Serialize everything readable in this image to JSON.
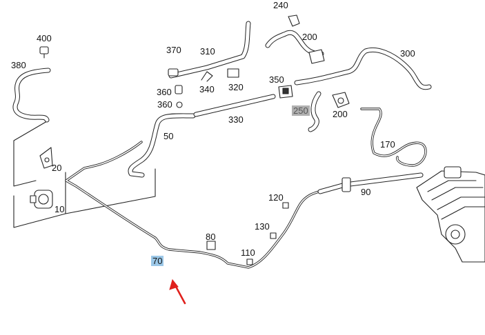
{
  "diagram": {
    "accent_blue": "#9cc8e8",
    "accent_gray": "#b0b0b0",
    "arrow_color": "#e0201c",
    "labels": {
      "p240": "240",
      "p200a": "200",
      "p400": "400",
      "p370": "370",
      "p310": "310",
      "p300": "300",
      "p380": "380",
      "p350": "350",
      "p360a": "360",
      "p340": "340",
      "p320": "320",
      "p360b": "360",
      "p250": "250",
      "p200b": "200",
      "p330": "330",
      "p50": "50",
      "p170": "170",
      "p20": "20",
      "p90": "90",
      "p120": "120",
      "p10": "10",
      "p130": "130",
      "p80": "80",
      "p110": "110",
      "p70": "70"
    }
  }
}
